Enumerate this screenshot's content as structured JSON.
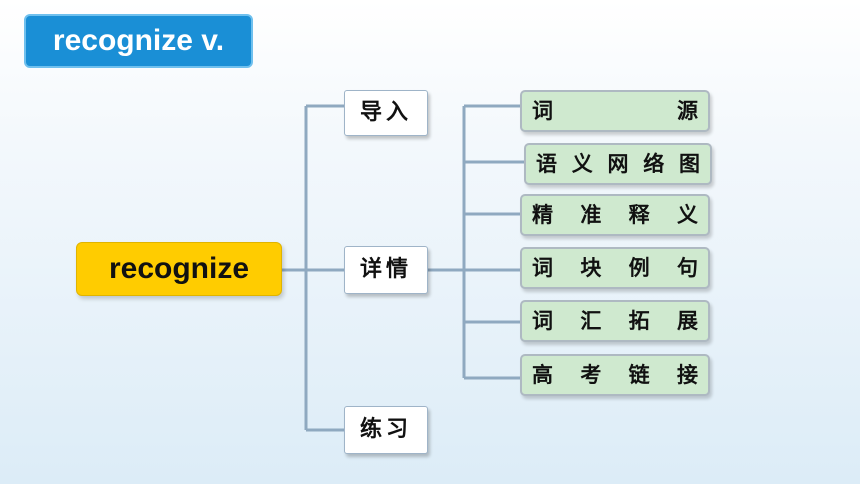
{
  "header": {
    "title": "recognize v."
  },
  "root": {
    "label": "recognize"
  },
  "branches": [
    {
      "label": "导入"
    },
    {
      "label": "详情"
    },
    {
      "label": "练习"
    }
  ],
  "leaves": [
    {
      "label": "词源",
      "chars": [
        "词",
        "源"
      ]
    },
    {
      "label": "语义网络图",
      "chars": [
        "语",
        "义",
        "网",
        "络",
        "图"
      ]
    },
    {
      "label": "精准释义",
      "chars": [
        "精",
        "准",
        "释",
        "义"
      ]
    },
    {
      "label": "词块例句",
      "chars": [
        "词",
        "块",
        "例",
        "句"
      ]
    },
    {
      "label": "词汇拓展",
      "chars": [
        "词",
        "汇",
        "拓",
        "展"
      ]
    },
    {
      "label": "高考链接",
      "chars": [
        "高",
        "考",
        "链",
        "接"
      ]
    }
  ],
  "colors": {
    "title_bg": "#1a8fd6",
    "root_bg": "#ffcc00",
    "leaf_bg": "#cfe9cf",
    "connector": "#8fa9c0"
  }
}
